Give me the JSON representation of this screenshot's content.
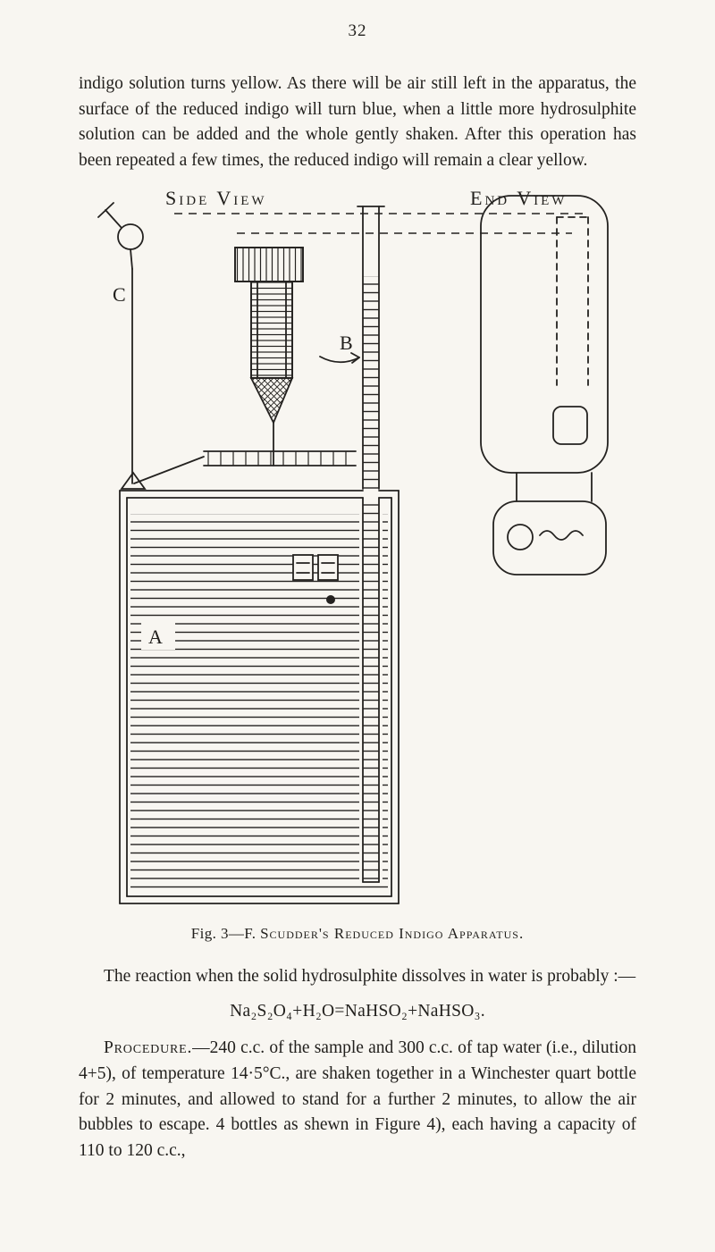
{
  "page": {
    "number": "32",
    "intro_paragraph": "indigo solution turns yellow. As there will be air still left in the apparatus, the surface of the reduced indigo will turn blue, when a little more hydrosulphite solution can be added and the whole gently shaken. After this operation has been repeated a few times, the reduced indigo will remain a clear yellow.",
    "figure": {
      "side_view_label": "Side View",
      "end_view_label": "End View",
      "label_a": "A",
      "label_b": "B",
      "label_c": "C",
      "caption_prefix": "Fig. 3—F. ",
      "caption_name": "Scudder's Reduced Indigo Apparatus."
    },
    "reaction_paragraph": "The reaction when the solid hydrosulphite dissolves in water is probably :—",
    "formula": "Na₂S₂O₄+H₂O=NaHSO₂+NaHSO₃.",
    "procedure_label": "Procedure.",
    "procedure_text": "—240 c.c. of the sample and 300 c.c. of tap water (i.e., dilution 4+5), of temperature 14·5°C., are shaken together in a Winchester quart bottle for 2 minutes, and allowed to stand for a further 2 minutes, to allow the air bubbles to escape. 4 bottles as shewn in Figure 4), each having a capacity of 110 to 120 c.c.,",
    "colors": {
      "paper": "#f8f6f1",
      "ink": "#22201d"
    }
  }
}
